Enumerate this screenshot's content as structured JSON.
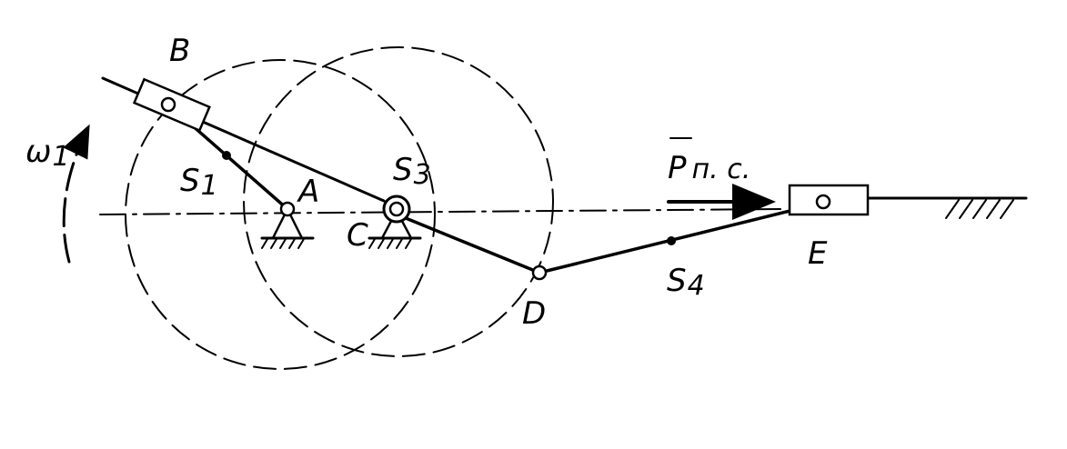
{
  "diagram": {
    "labels": {
      "B": "B",
      "A": "A",
      "C": "C",
      "D": "D",
      "E": "E",
      "S1": "S",
      "S1_sub": "1",
      "S3": "S",
      "S3_sub": "3",
      "S4": "S",
      "S4_sub": "4",
      "omega": "ω",
      "omega_sub": "1",
      "force": "P",
      "force_rest": "п. с."
    },
    "colors": {
      "ink": "#000000",
      "paper": "#ffffff"
    },
    "icons": {
      "pivot": "fixed-hinge-support-icon",
      "slider": "slider-block-icon",
      "ground": "ground-hatching-icon",
      "rotation": "curved-arrow-icon"
    }
  }
}
